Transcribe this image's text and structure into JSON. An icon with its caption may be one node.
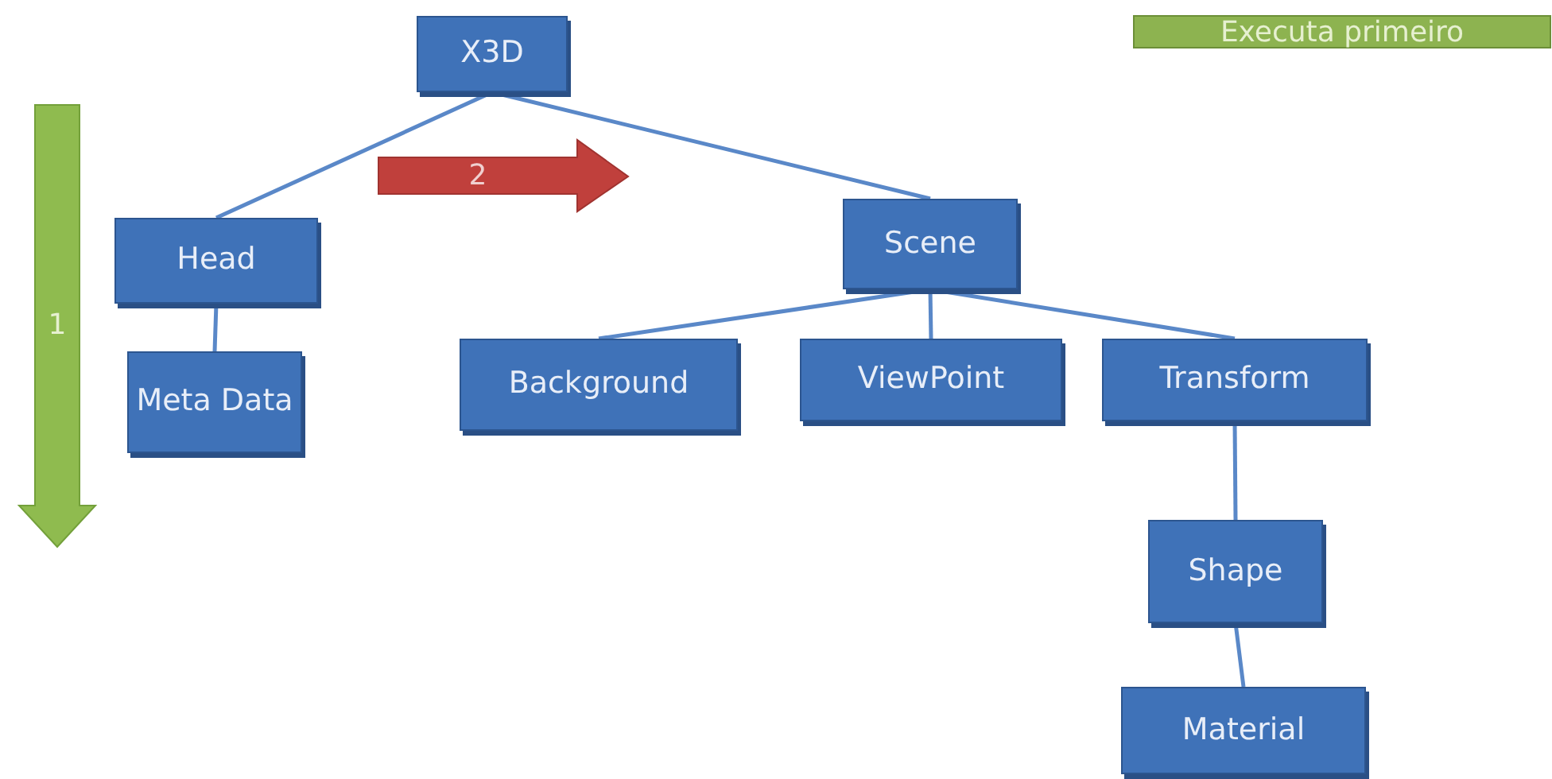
{
  "diagram": {
    "nodes": [
      {
        "text": [
          "X3D"
        ]
      },
      {
        "text": [
          "Head"
        ]
      },
      {
        "text": [
          "Meta Data"
        ]
      },
      {
        "text": [
          "Scene"
        ]
      },
      {
        "text": [
          "Background"
        ]
      },
      {
        "text": [
          "ViewPoint"
        ]
      },
      {
        "text": [
          "Transform"
        ]
      },
      {
        "text": [
          "Shape"
        ]
      },
      {
        "text": [
          "Material"
        ]
      }
    ],
    "edges": [
      {
        "from": 0,
        "to": 1,
        "arrow": "none"
      },
      {
        "from": 0,
        "to": 3,
        "arrow": "none"
      },
      {
        "from": 1,
        "to": 2,
        "arrow": "none"
      },
      {
        "from": 3,
        "to": 4,
        "arrow": "none"
      },
      {
        "from": 3,
        "to": 5,
        "arrow": "none"
      },
      {
        "from": 3,
        "to": 6,
        "arrow": "none"
      },
      {
        "from": 6,
        "to": 7,
        "arrow": "none"
      },
      {
        "from": 7,
        "to": 8,
        "arrow": "none"
      }
    ],
    "labels": [
      "Executa primeiro",
      "1",
      "2"
    ]
  }
}
